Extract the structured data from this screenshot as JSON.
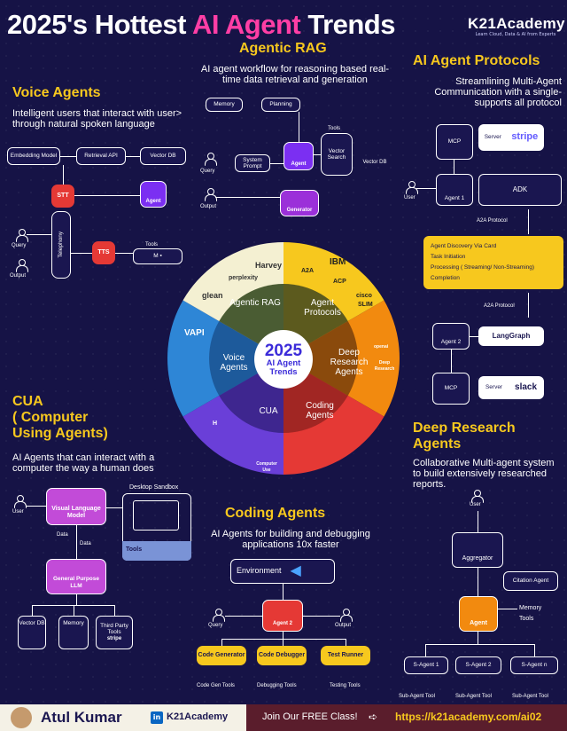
{
  "header": {
    "title_part1": "2025's Hottest ",
    "title_part2": "AI Agent ",
    "title_part3": "Trends",
    "logo_main": "K21Academy",
    "logo_tag": "Learn Cloud, Data & AI from Experts"
  },
  "agentic_rag": {
    "title": "Agentic RAG",
    "desc": "AI agent workflow for reasoning based real-time data retrieval and generation",
    "memory": "Memory",
    "planning": "Planning",
    "tools": "Tools",
    "query": "Query",
    "system_prompt": "System Prompt",
    "agent": "Agent",
    "vector_search": "Vector Search",
    "vector_db": "Vector DB",
    "output": "Output",
    "generator": "Generator"
  },
  "voice": {
    "title": "Voice Agents",
    "desc": "Intelligent users that interact with user> through natural spoken language",
    "embedding": "Embedding Model",
    "retrieval": "Retrieval API",
    "vector_db": "Vector DB",
    "stt": "STT",
    "agent": "Agent",
    "query": "Query",
    "telephony": "Telephony",
    "tts": "TTS",
    "tools": "Tools",
    "output": "Output"
  },
  "protocols": {
    "title": "AI Agent Protocols",
    "desc": "Streamlining Multi-Agent Communication with a single-supports all protocol",
    "mcp1": "MCP",
    "server1": "Server",
    "stripe1": "stripe",
    "user": "User",
    "agent1": "Agent 1",
    "adk": "ADK",
    "a2a1": "A2A Protocol",
    "card_items": [
      "Agent Discovery Via Card",
      "Task Initiation",
      "Processing ( Streaming/ Non-Streaming)",
      "Completion"
    ],
    "a2a2": "A2A Protocol",
    "agent2": "Agent 2",
    "langgraph": "LangGraph",
    "mcp2": "MCP",
    "server2": "Server",
    "slack": "slack"
  },
  "wheel": {
    "year": "2025",
    "center": "AI Agent Trends",
    "segments": [
      "Agentic RAG",
      "Agent Protocols",
      "Deep Research Agents",
      "Coding Agents",
      "CUA",
      "Voice Agents"
    ],
    "brands": {
      "harvey": "Harvey",
      "perplexity": "perplexity",
      "glean": "glean",
      "a2a": "A2A",
      "ibm": "IBM",
      "acp": "ACP",
      "cisco": "cisco",
      "slim": "SLIM",
      "vapi": "VAPI",
      "openai": "openai",
      "deepresearch": "Deep Research",
      "h": "H",
      "computer": "Computer Use"
    }
  },
  "cua": {
    "title_line1": "CUA",
    "title_line2": "( Computer",
    "title_line3": "Using Agents)",
    "desc": "AI Agents that can interact with a computer the way a human does",
    "user": "User",
    "vlm": "Visual Language Model",
    "data1": "Data",
    "data2": "Data",
    "desktop": "Desktop Sandbox",
    "tools": "Tools",
    "llm": "General Purpose LLM",
    "vector_db": "Vector DB",
    "memory": "Memory",
    "third_party": "Third Party Tools",
    "stripe": "stripe"
  },
  "coding": {
    "title": "Coding Agents",
    "desc": "AI Agents for building and debugging applications 10x faster",
    "environment": "Environment",
    "query": "Query",
    "agent2": "Agent 2",
    "output": "Output",
    "code_gen": "Code Generator",
    "code_debug": "Code Debugger",
    "test_runner": "Test Runner",
    "code_gen_tools": "Code Gen Tools",
    "debug_tools": "Debugging Tools",
    "testing_tools": "Testing Tools"
  },
  "deep": {
    "title_line1": "Deep Research",
    "title_line2": "Agents",
    "desc": "Collaborative Multi-agent system to build extensively researched reports.",
    "user": "User",
    "aggregator": "Aggregator",
    "citation": "Citation Agent",
    "memory": "Memory",
    "tools": "Tools",
    "agent": "Agent",
    "s1": "S-Agent 1",
    "s2": "S-Agent 2",
    "sn": "S-Agent n",
    "subtool": "Sub-Agent Tool"
  },
  "footer": {
    "name": "Atul Kumar",
    "in": "in",
    "academy": "K21Academy",
    "cta": "Join Our FREE Class!",
    "url": "https://k21academy.com/ai02"
  },
  "colors": {
    "bg": "#161346",
    "yellow": "#f7c81e",
    "pink": "#ff3ea5",
    "red": "#e53935",
    "purple": "#9b30d9",
    "orange": "#f28a0f"
  }
}
